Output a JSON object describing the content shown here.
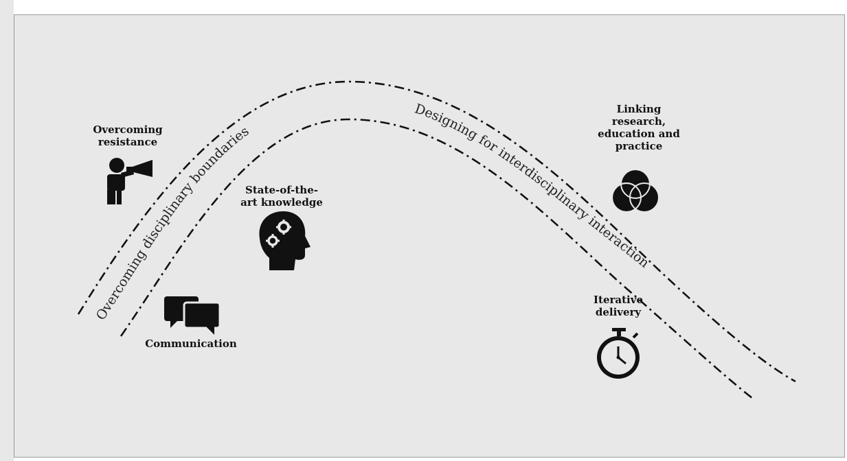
{
  "arcs": {
    "upper_label": "Overcoming disciplinary boundaries",
    "lower_label": "Designing for interdisciplinary interaction"
  },
  "labels": {
    "overcoming_resistance": "Overcoming\nresistance",
    "state_of_art": "State-of-the-\nart knowledge",
    "communication": "Communication",
    "linking": "Linking\nresearch,\neducation and\npractice",
    "iterative": "Iterative\ndelivery"
  },
  "icons": {
    "overcoming_resistance": "megaphone-person-icon",
    "state_of_art": "head-gears-icon",
    "communication": "speech-bubbles-icon",
    "linking": "venn-circles-icon",
    "iterative": "stopwatch-icon"
  },
  "colors": {
    "background": "#e8e8e8",
    "ink": "#111111"
  }
}
